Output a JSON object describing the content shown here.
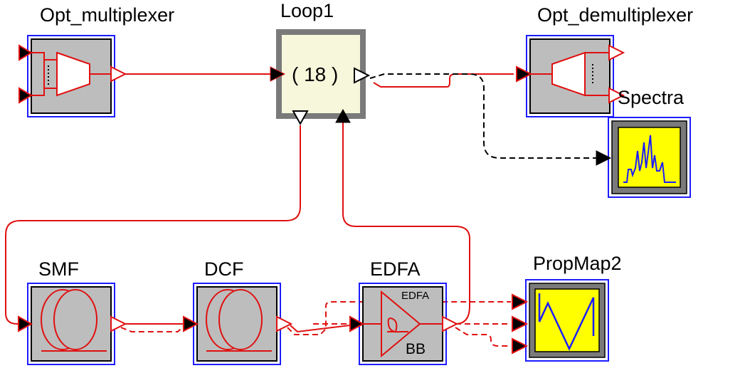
{
  "components": {
    "opt_mux": {
      "label": "Opt_multiplexer"
    },
    "loop": {
      "label": "Loop1",
      "count": "( 18 )"
    },
    "opt_demux": {
      "label": "Opt_demultiplexer"
    },
    "spectra": {
      "label": "Spectra"
    },
    "smf": {
      "label": "SMF"
    },
    "dcf": {
      "label": "DCF"
    },
    "edfa": {
      "label": "EDFA",
      "inner_label": "EDFA",
      "mode_label": "BB"
    },
    "propmap": {
      "label": "PropMap2"
    }
  },
  "colors": {
    "wire": "#e01010",
    "block_fill": "#bdbdbd",
    "block_border": "#1c1cff",
    "loop_fill": "#f7f7dc",
    "loop_border": "#7a7a7a",
    "display_fill": "#ffff00",
    "trace": "#1c1cff"
  }
}
